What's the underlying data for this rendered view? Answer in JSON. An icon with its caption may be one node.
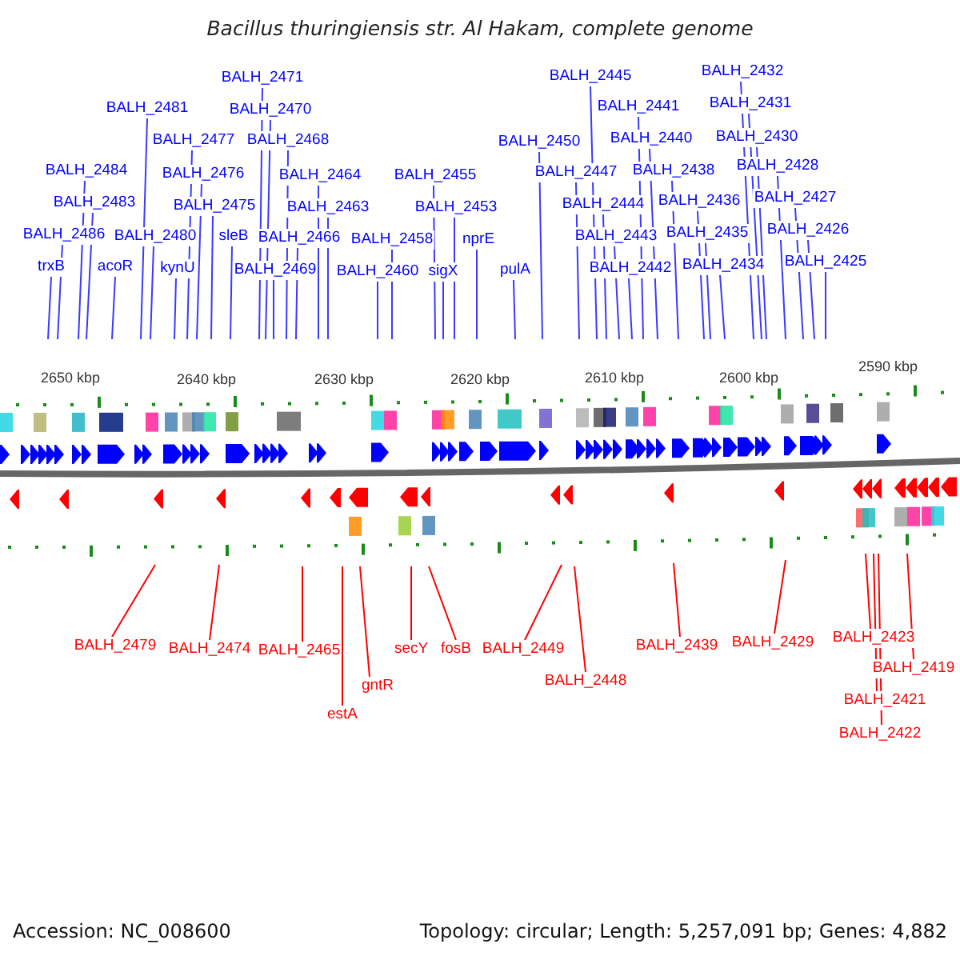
{
  "diagram": {
    "title": "Bacillus thuringiensis str. Al Hakam, complete genome",
    "nodes": [
      {
        "text": [
          "BALH_2471"
        ]
      },
      {
        "text": [
          "BALH_2445"
        ]
      },
      {
        "text": [
          "BALH_2432"
        ]
      },
      {
        "text": [
          "BALH_2481"
        ]
      },
      {
        "text": [
          "BALH_2470"
        ]
      },
      {
        "text": [
          "BALH_2441"
        ]
      },
      {
        "text": [
          "BALH_2431"
        ]
      },
      {
        "text": [
          "BALH_2477"
        ]
      },
      {
        "text": [
          "BALH_2468"
        ]
      },
      {
        "text": [
          "BALH_2450"
        ]
      },
      {
        "text": [
          "BALH_2440"
        ]
      },
      {
        "text": [
          "BALH_2430"
        ]
      },
      {
        "text": [
          "BALH_2484"
        ]
      },
      {
        "text": [
          "BALH_2476"
        ]
      },
      {
        "text": [
          "BALH_2464"
        ]
      },
      {
        "text": [
          "BALH_2455"
        ]
      },
      {
        "text": [
          "BALH_2447"
        ]
      },
      {
        "text": [
          "BALH_2438"
        ]
      },
      {
        "text": [
          "BALH_2428"
        ]
      },
      {
        "text": [
          "BALH_2483"
        ]
      },
      {
        "text": [
          "BALH_2475"
        ]
      },
      {
        "text": [
          "BALH_2463"
        ]
      },
      {
        "text": [
          "BALH_2453"
        ]
      },
      {
        "text": [
          "BALH_2444"
        ]
      },
      {
        "text": [
          "BALH_2436"
        ]
      },
      {
        "text": [
          "BALH_2427"
        ]
      },
      {
        "text": [
          "BALH_2486"
        ]
      },
      {
        "text": [
          "BALH_2480"
        ]
      },
      {
        "text": [
          "sleB"
        ]
      },
      {
        "text": [
          "BALH_2466"
        ]
      },
      {
        "text": [
          "BALH_2458"
        ]
      },
      {
        "text": [
          "nprE"
        ]
      },
      {
        "text": [
          "BALH_2443"
        ]
      },
      {
        "text": [
          "BALH_2435"
        ]
      },
      {
        "text": [
          "BALH_2426"
        ]
      },
      {
        "text": [
          "trxB"
        ]
      },
      {
        "text": [
          "acoR"
        ]
      },
      {
        "text": [
          "kynU"
        ]
      },
      {
        "text": [
          "BALH_2469"
        ]
      },
      {
        "text": [
          "BALH_2460"
        ]
      },
      {
        "text": [
          "sigX"
        ]
      },
      {
        "text": [
          "pulA"
        ]
      },
      {
        "text": [
          "BALH_2442"
        ]
      },
      {
        "text": [
          "BALH_2434"
        ]
      },
      {
        "text": [
          "BALH_2425"
        ]
      },
      {
        "text": [
          "BALH_2479"
        ]
      },
      {
        "text": [
          "BALH_2474"
        ]
      },
      {
        "text": [
          "BALH_2465"
        ]
      },
      {
        "text": [
          "estA"
        ]
      },
      {
        "text": [
          "gntR"
        ]
      },
      {
        "text": [
          "secY"
        ]
      },
      {
        "text": [
          "fosB"
        ]
      },
      {
        "text": [
          "BALH_2449"
        ]
      },
      {
        "text": [
          "BALH_2448"
        ]
      },
      {
        "text": [
          "BALH_2439"
        ]
      },
      {
        "text": [
          "BALH_2429"
        ]
      },
      {
        "text": [
          "BALH_2423"
        ]
      },
      {
        "text": [
          "BALH_2419"
        ]
      },
      {
        "text": [
          "BALH_2421"
        ]
      },
      {
        "text": [
          "BALH_2422"
        ]
      }
    ],
    "edges": [
      {
        "from": 0,
        "to": null,
        "arrow": "none"
      },
      {
        "from": 1,
        "to": null,
        "arrow": "none"
      },
      {
        "from": 2,
        "to": null,
        "arrow": "none"
      },
      {
        "from": 3,
        "to": null,
        "arrow": "none"
      },
      {
        "from": 4,
        "to": null,
        "arrow": "none"
      },
      {
        "from": 5,
        "to": null,
        "arrow": "none"
      },
      {
        "from": 6,
        "to": null,
        "arrow": "none"
      },
      {
        "from": 7,
        "to": null,
        "arrow": "none"
      },
      {
        "from": 8,
        "to": null,
        "arrow": "none"
      },
      {
        "from": 9,
        "to": null,
        "arrow": "none"
      },
      {
        "from": 10,
        "to": null,
        "arrow": "none"
      },
      {
        "from": 11,
        "to": null,
        "arrow": "none"
      },
      {
        "from": 12,
        "to": null,
        "arrow": "none"
      },
      {
        "from": 13,
        "to": null,
        "arrow": "none"
      },
      {
        "from": 14,
        "to": null,
        "arrow": "none"
      },
      {
        "from": 15,
        "to": null,
        "arrow": "none"
      },
      {
        "from": 16,
        "to": null,
        "arrow": "none"
      },
      {
        "from": 17,
        "to": null,
        "arrow": "none"
      },
      {
        "from": 18,
        "to": null,
        "arrow": "none"
      },
      {
        "from": 19,
        "to": null,
        "arrow": "none"
      },
      {
        "from": 20,
        "to": null,
        "arrow": "none"
      },
      {
        "from": 21,
        "to": null,
        "arrow": "none"
      },
      {
        "from": 22,
        "to": null,
        "arrow": "none"
      },
      {
        "from": 23,
        "to": null,
        "arrow": "none"
      },
      {
        "from": 24,
        "to": null,
        "arrow": "none"
      },
      {
        "from": 25,
        "to": null,
        "arrow": "none"
      },
      {
        "from": 26,
        "to": null,
        "arrow": "none"
      },
      {
        "from": 27,
        "to": null,
        "arrow": "none"
      },
      {
        "from": 28,
        "to": null,
        "arrow": "none"
      },
      {
        "from": 29,
        "to": null,
        "arrow": "none"
      },
      {
        "from": 30,
        "to": null,
        "arrow": "none"
      },
      {
        "from": 31,
        "to": null,
        "arrow": "none"
      },
      {
        "from": 32,
        "to": null,
        "arrow": "none"
      },
      {
        "from": 33,
        "to": null,
        "arrow": "none"
      },
      {
        "from": 34,
        "to": null,
        "arrow": "none"
      },
      {
        "from": 35,
        "to": null,
        "arrow": "none"
      },
      {
        "from": 36,
        "to": null,
        "arrow": "none"
      },
      {
        "from": 37,
        "to": null,
        "arrow": "none"
      },
      {
        "from": 38,
        "to": null,
        "arrow": "none"
      },
      {
        "from": 39,
        "to": null,
        "arrow": "none"
      },
      {
        "from": 40,
        "to": null,
        "arrow": "none"
      },
      {
        "from": 41,
        "to": null,
        "arrow": "none"
      },
      {
        "from": 42,
        "to": null,
        "arrow": "none"
      },
      {
        "from": 43,
        "to": null,
        "arrow": "none"
      },
      {
        "from": 44,
        "to": null,
        "arrow": "none"
      },
      {
        "from": 45,
        "to": null,
        "arrow": "none",
        "color": "#ff0000"
      },
      {
        "from": 46,
        "to": null,
        "arrow": "none",
        "color": "#ff0000"
      },
      {
        "from": 47,
        "to": null,
        "arrow": "none",
        "color": "#ff0000"
      },
      {
        "from": 48,
        "to": null,
        "arrow": "none",
        "color": "#ff0000"
      },
      {
        "from": 49,
        "to": null,
        "arrow": "none",
        "color": "#ff0000"
      },
      {
        "from": 50,
        "to": null,
        "arrow": "none",
        "color": "#ff0000"
      },
      {
        "from": 51,
        "to": null,
        "arrow": "none",
        "color": "#ff0000"
      },
      {
        "from": 52,
        "to": null,
        "arrow": "none",
        "color": "#ff0000"
      },
      {
        "from": 53,
        "to": null,
        "arrow": "none",
        "color": "#ff0000"
      },
      {
        "from": 54,
        "to": null,
        "arrow": "none",
        "color": "#ff0000"
      },
      {
        "from": 55,
        "to": null,
        "arrow": "none",
        "color": "#ff0000"
      },
      {
        "from": 56,
        "to": null,
        "arrow": "none",
        "color": "#ff0000"
      },
      {
        "from": 57,
        "to": null,
        "arrow": "none",
        "color": "#ff0000"
      },
      {
        "from": 58,
        "to": null,
        "arrow": "none",
        "color": "#ff0000"
      },
      {
        "from": 59,
        "to": null,
        "arrow": "none",
        "color": "#ff0000"
      }
    ],
    "labels": [
      "2650 kbp",
      "2640 kbp",
      "2630 kbp",
      "2620 kbp",
      "2610 kbp",
      "2600 kbp",
      "2590 kbp",
      "Accession: NC_008600",
      "Topology: circular; Length: 5,257,091 bp; Genes: 4,882"
    ]
  }
}
